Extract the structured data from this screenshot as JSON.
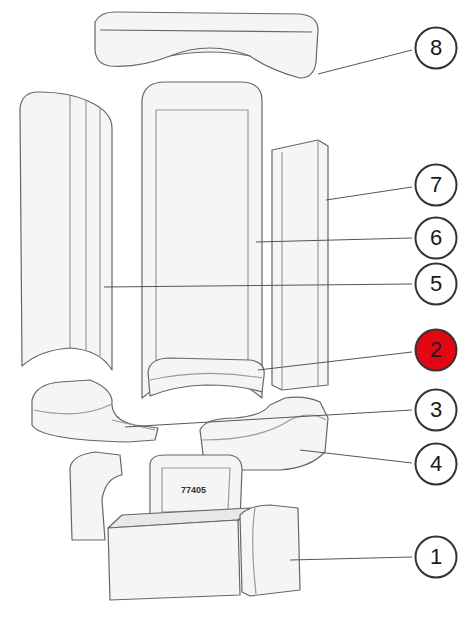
{
  "diagram": {
    "nodes": [
      {
        "text": [
          "8"
        ]
      },
      {
        "text": [
          "7"
        ]
      },
      {
        "text": [
          "6"
        ]
      },
      {
        "text": [
          "5"
        ]
      },
      {
        "text": [
          "2"
        ]
      },
      {
        "text": [
          "3"
        ]
      },
      {
        "text": [
          "4"
        ]
      },
      {
        "text": [
          "1"
        ]
      }
    ],
    "labels": [
      "77405"
    ]
  }
}
